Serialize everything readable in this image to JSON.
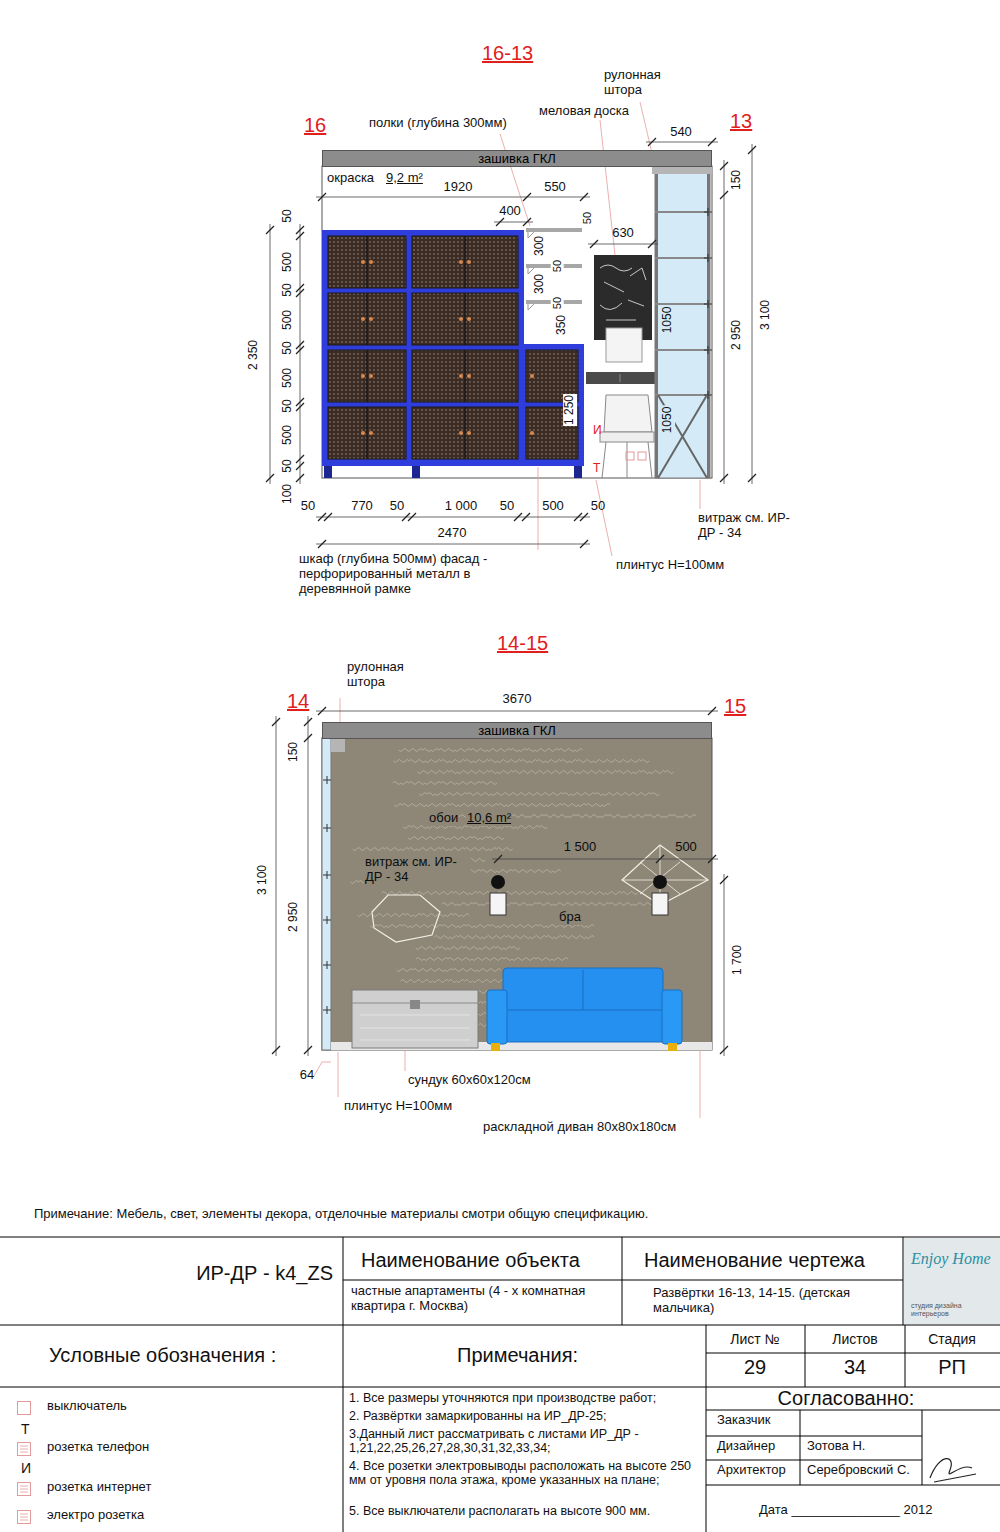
{
  "diagram": {
    "nodes": [
      {
        "text": [
          "зашивка ГКЛ"
        ]
      },
      {
        "text": [
          "зашивка ГКЛ"
        ]
      }
    ],
    "labels": [
      "16-13",
      "16",
      "13",
      "рулонная штора",
      "меловая доска",
      "полки (глубина 300мм)",
      "540",
      "окраска",
      "9,2 m²",
      "1920",
      "550",
      "400",
      "50",
      "300",
      "50",
      "300",
      "50",
      "350",
      "630",
      "150",
      "1050",
      "1050",
      "2 950",
      "3 100",
      "1 250",
      "50",
      "500",
      "50",
      "500",
      "50",
      "500",
      "50",
      "500",
      "50",
      "100",
      "2 350",
      "50",
      "770",
      "50",
      "1 000",
      "50",
      "500",
      "50",
      "2470",
      "шкаф (глубина 500мм) фасад - перфорированный металл в деревянной рамке",
      "плинтус Н=100мм",
      "витраж см. ИР-ДР - 34",
      "И",
      "Т",
      "14-15",
      "14",
      "15",
      "рулонная штора",
      "3670",
      "150",
      "3 100",
      "2 950",
      "1 700",
      "обои",
      "10,6 m²",
      "витраж см. ИР-ДР - 34",
      "1 500",
      "500",
      "бра",
      "64",
      "сундук 60х60х120см",
      "плинтус Н=100мм",
      "раскладной диван 80х80х180см",
      "Примечание: Мебель, свет, элементы декора, отделочные материалы смотри общую спецификацию.",
      "ИР-ДР - k4_ZS",
      "Наименование объекта",
      "Наименование чертежа",
      "частные апартаменты (4 - х комнатная квартира г. Москва)",
      "Развёртки 16-13, 14-15. (детская мальчика)",
      "Enjoy Home",
      "студия дизайна интерьеров",
      "Условные обозначения :",
      "Примечания:",
      "Лист №",
      "Листов",
      "Стадия",
      "29",
      "34",
      "РП",
      "Согласованно:",
      "Заказчик",
      "Дизайнер",
      "Зотова Н.",
      "Архитектор",
      "Серебровский С.",
      "Дата _______________ 2012",
      "1. Все размеры уточняются при производстве работ;",
      "2. Развёртки замаркированны на ИР_ДР-25;",
      "3.Данный лист рассматривать с листами ИР_ДР - 1,21,22,25,26,27,28,30,31,32,33,34;",
      "4. Все розетки электровыводы расположать на высоте 250 мм от уровня пола этажа, кроме указанных на плане;",
      "5. Все выключатели располагать на высоте 900 мм.",
      "Т",
      "И"
    ],
    "legend": [
      {
        "text": "выключатель"
      },
      {
        "text": "розетка телефон"
      },
      {
        "text": "розетка интернет"
      },
      {
        "text": "электро розетка"
      }
    ]
  }
}
